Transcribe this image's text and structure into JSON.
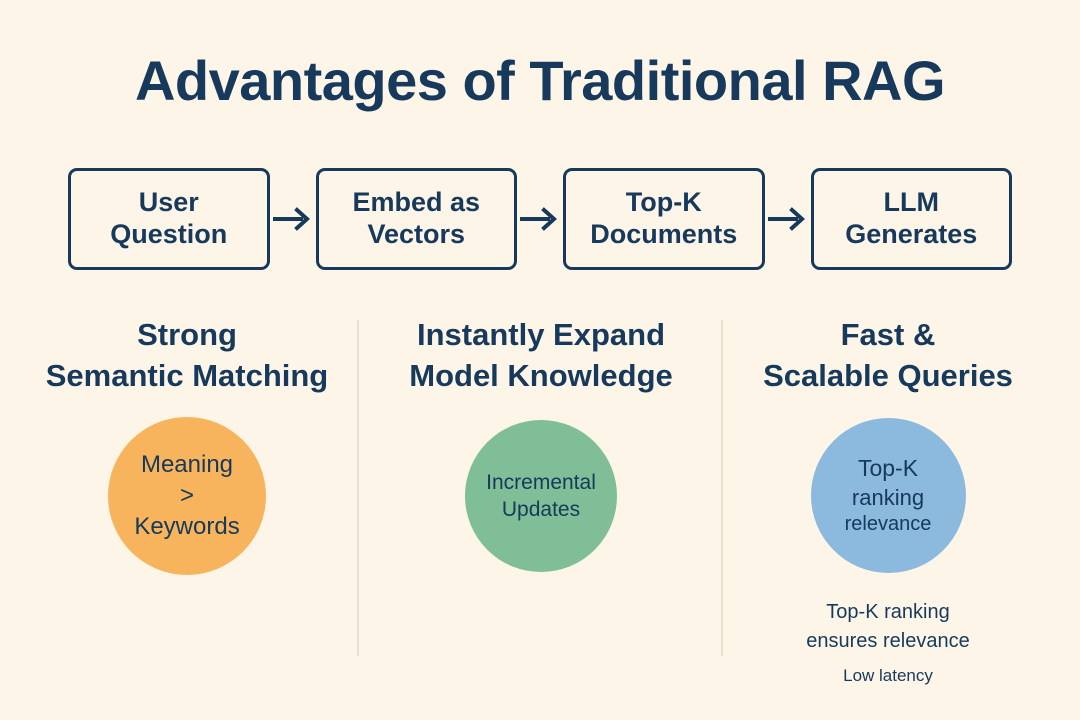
{
  "page": {
    "title": "Advantages of Traditional RAG",
    "background_color": "#FDF6E8",
    "text_color": "#16395C"
  },
  "flow": {
    "arrow_icon": "arrow-right-icon",
    "steps": [
      {
        "line1": "User",
        "line2": "Question"
      },
      {
        "line1": "Embed as",
        "line2": "Vectors"
      },
      {
        "line1": "Top-K",
        "line2": "Documents"
      },
      {
        "line1": "LLM",
        "line2": "Generates"
      }
    ]
  },
  "columns": [
    {
      "heading_line1": "Strong",
      "heading_line2": "Semantic Matching",
      "circle": {
        "color": "#F8B45C",
        "line1": "Meaning",
        "line2": ">",
        "line3": "Keywords"
      },
      "caption": "",
      "subcaption": ""
    },
    {
      "heading_line1": "Instantly Expand",
      "heading_line2": "Model Knowledge",
      "circle": {
        "color": "#7FBE96",
        "line1": "Incremental",
        "line2": "Updates",
        "line3": ""
      },
      "caption": "",
      "subcaption": ""
    },
    {
      "heading_line1": "Fast &",
      "heading_line2": "Scalable Queries",
      "circle": {
        "color": "#8CB9DE",
        "line1": "Top-K",
        "line2": "ranking",
        "line3": "relevance"
      },
      "caption_line1": "Top-K ranking",
      "caption_line2": "ensures relevance",
      "subcaption": "Low latency"
    }
  ]
}
